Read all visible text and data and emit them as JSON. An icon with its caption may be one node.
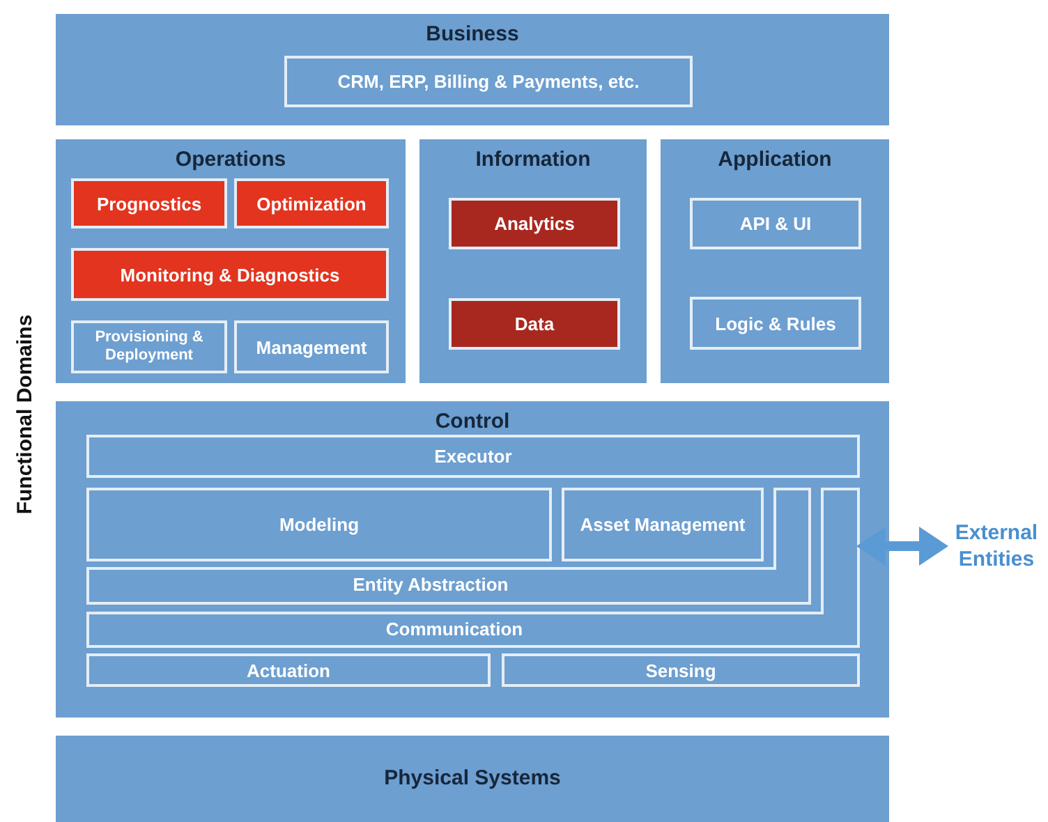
{
  "diagram": {
    "nodes": [
      {
        "text": [
          "Business"
        ]
      },
      {
        "text": [
          "CRM, ERP, Billing & Payments, etc."
        ],
        "in": 0
      },
      {
        "text": [
          "Operations"
        ]
      },
      {
        "text": [
          "Prognostics"
        ],
        "in": 2
      },
      {
        "text": [
          "Optimization"
        ],
        "in": 2
      },
      {
        "text": [
          "Monitoring & Diagnostics"
        ],
        "in": 2
      },
      {
        "text": [
          "Provisioning & Deployment"
        ],
        "in": 2
      },
      {
        "text": [
          "Management"
        ],
        "in": 2
      },
      {
        "text": [
          "Information"
        ]
      },
      {
        "text": [
          "Analytics"
        ],
        "in": 8
      },
      {
        "text": [
          "Data"
        ],
        "in": 8
      },
      {
        "text": [
          "Application"
        ]
      },
      {
        "text": [
          "API & UI"
        ],
        "in": 11
      },
      {
        "text": [
          "Logic & Rules"
        ],
        "in": 11
      },
      {
        "text": [
          "Control"
        ]
      },
      {
        "text": [
          "Executor"
        ],
        "in": 14
      },
      {
        "text": [
          "Modeling"
        ],
        "in": 14
      },
      {
        "text": [
          "Asset Management"
        ],
        "in": 14
      },
      {
        "text": [
          "Entity Abstraction"
        ],
        "in": 14
      },
      {
        "text": [
          "Communication"
        ],
        "in": 14
      },
      {
        "text": [
          "Actuation"
        ],
        "in": 14
      },
      {
        "text": [
          "Sensing"
        ],
        "in": 14
      },
      {
        "text": [
          "Physical Systems"
        ]
      },
      {
        "text": [
          "External Entities"
        ]
      }
    ],
    "edges": [
      {
        "from": 19,
        "to": 23,
        "arrow": "both"
      }
    ],
    "labels": [
      "Functional Domains"
    ]
  }
}
